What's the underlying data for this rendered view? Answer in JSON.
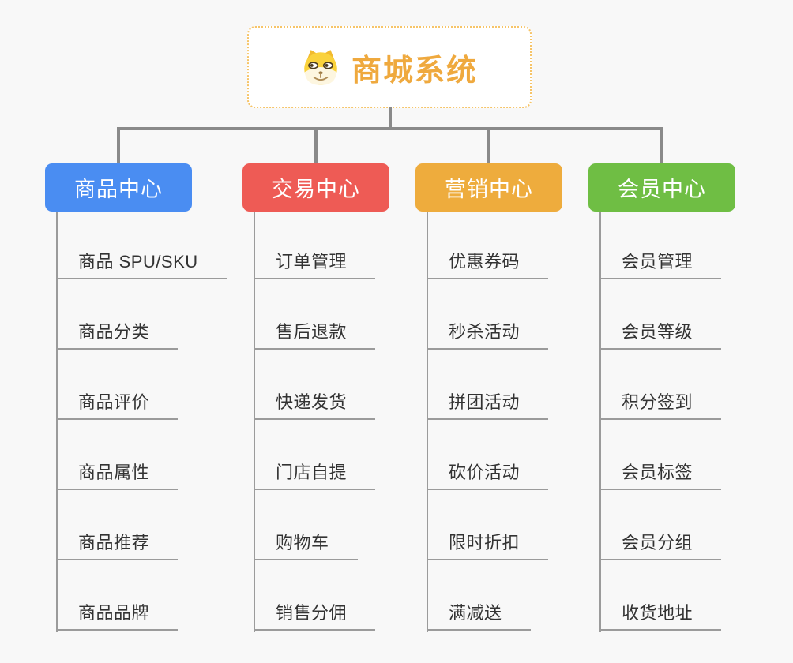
{
  "root": {
    "title": "商城系统",
    "icon": "dog-icon"
  },
  "branches": [
    {
      "label": "商品中心",
      "color": "#4a8df2",
      "items": [
        "商品 SPU/SKU",
        "商品分类",
        "商品评价",
        "商品属性",
        "商品推荐",
        "商品品牌"
      ]
    },
    {
      "label": "交易中心",
      "color": "#ee5b55",
      "items": [
        "订单管理",
        "售后退款",
        "快递发货",
        "门店自提",
        "购物车",
        "销售分佣"
      ]
    },
    {
      "label": "营销中心",
      "color": "#eeac3d",
      "items": [
        "优惠券码",
        "秒杀活动",
        "拼团活动",
        "砍价活动",
        "限时折扣",
        "满减送"
      ]
    },
    {
      "label": "会员中心",
      "color": "#6fbe44",
      "items": [
        "会员管理",
        "会员等级",
        "积分签到",
        "会员标签",
        "会员分组",
        "收货地址"
      ]
    }
  ],
  "colors": {
    "root_title": "#efa93e",
    "root_border": "#f6c468",
    "connector": "#8a8a8a",
    "sub_line": "#9b9b9b",
    "background": "#f8f8f8"
  }
}
